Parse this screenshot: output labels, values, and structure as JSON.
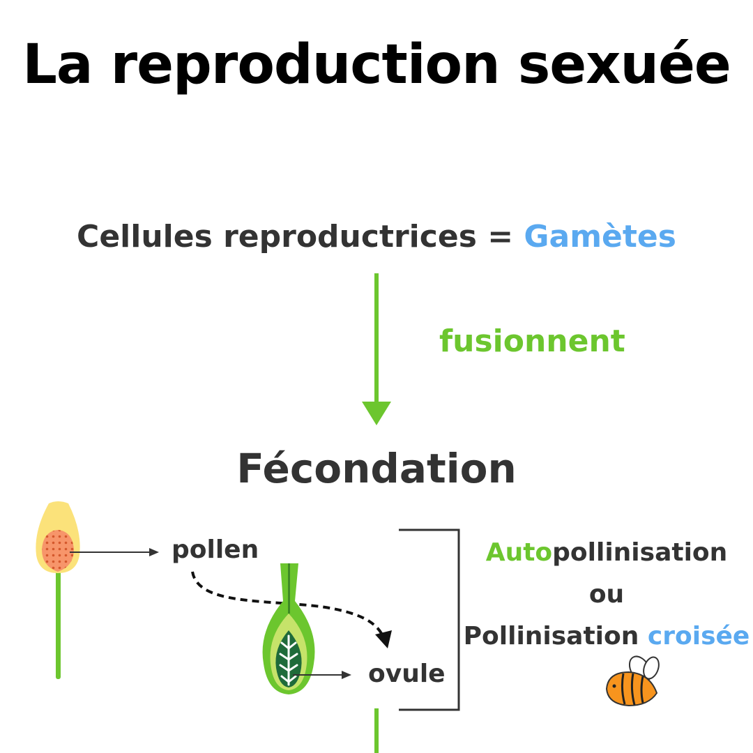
{
  "title": "La reproduction sexuée",
  "gametes": {
    "prefix": "Cellules reproductrices = ",
    "highlight": "Gamètes"
  },
  "fusion_label": "fusionnent",
  "fecondation": "Fécondation",
  "pollen_label": "pollen",
  "ovule_label": "ovule",
  "pollination": {
    "auto_highlight": "Auto",
    "auto_rest": "pollinisation",
    "or": "ou",
    "cross_prefix": "Pollinisation ",
    "cross_highlight": "croisée"
  },
  "colors": {
    "green": "#6cc62e",
    "blue": "#5aa9f0",
    "dark_text": "#333333",
    "title": "#000000"
  },
  "icons": [
    "stamen-icon",
    "pistil-icon",
    "bee-icon",
    "down-arrow-icon",
    "bracket-icon"
  ]
}
